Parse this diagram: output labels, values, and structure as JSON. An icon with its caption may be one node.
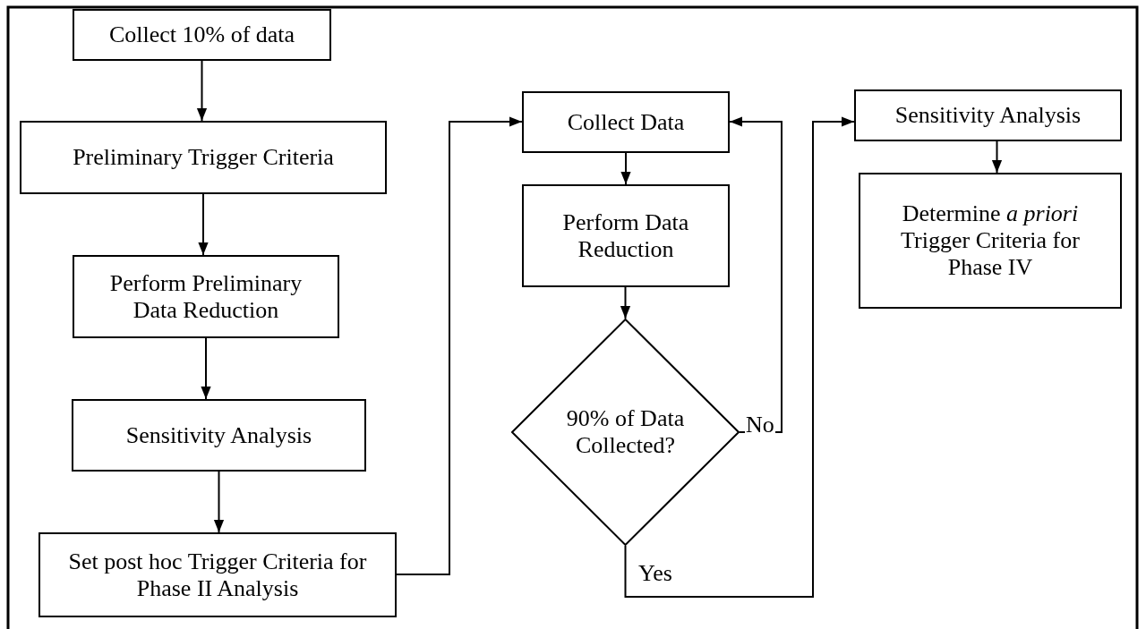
{
  "diagram": {
    "nodes": [
      {
        "text": [
          "Collect 10% of data"
        ]
      },
      {
        "text": [
          "Preliminary Trigger Criteria"
        ]
      },
      {
        "text": [
          "Perform Preliminary Data Reduction"
        ]
      },
      {
        "text": [
          "Sensitivity Analysis"
        ]
      },
      {
        "text": [
          "Set post hoc Trigger Criteria for Phase II Analysis"
        ]
      },
      {
        "text": [
          "Collect Data"
        ]
      },
      {
        "text": [
          "Perform Data Reduction"
        ]
      },
      {
        "text": [
          "90% of Data Collected?"
        ]
      },
      {
        "text": [
          "Sensitivity Analysis"
        ]
      },
      {
        "text": [
          "Determine *a priori* Trigger Criteria for Phase IV"
        ]
      }
    ],
    "edges": [
      {
        "from": 0,
        "to": 1,
        "arrow": "to"
      },
      {
        "from": 1,
        "to": 2,
        "arrow": "to"
      },
      {
        "from": 2,
        "to": 3,
        "arrow": "to"
      },
      {
        "from": 3,
        "to": 4,
        "arrow": "to"
      },
      {
        "from": 4,
        "to": 5,
        "arrow": "to"
      },
      {
        "from": 5,
        "to": 6,
        "arrow": "to"
      },
      {
        "from": 6,
        "to": 7,
        "arrow": "to"
      },
      {
        "from": 7,
        "to": 5,
        "arrow": "to",
        "label": "No"
      },
      {
        "from": 7,
        "to": 8,
        "arrow": "to",
        "label": "Yes"
      },
      {
        "from": 8,
        "to": 9,
        "arrow": "to"
      }
    ]
  }
}
